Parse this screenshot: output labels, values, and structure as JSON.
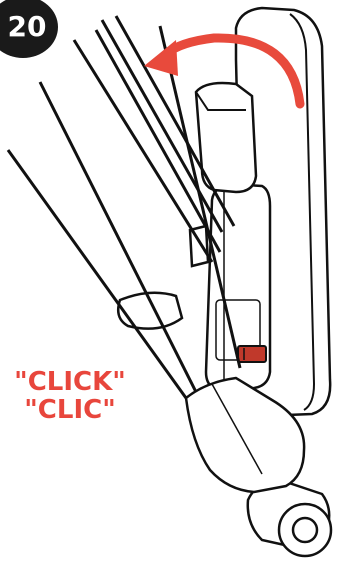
{
  "step": {
    "number": "20"
  },
  "annotation": {
    "sound_en": "\"CLICK\"",
    "sound_fr": "\"CLIC\"",
    "color": "#e8463c"
  },
  "illustration": {
    "subject": "stroller-frame-folding",
    "arrow_color": "#e84a3c",
    "latch_color": "#c0392b"
  }
}
